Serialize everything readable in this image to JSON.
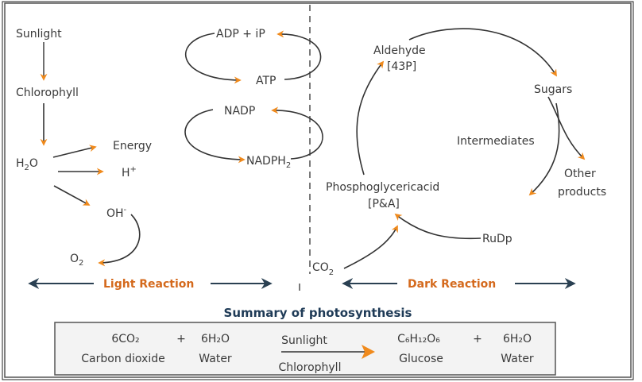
{
  "light": {
    "sunlight": "Sunlight",
    "chlorophyll": "Chlorophyll",
    "h2o": "H",
    "h2o_sub": "2",
    "h2o_o": "O",
    "energy": "Energy",
    "hplus": "H",
    "hplus_sup": "+",
    "oh": "OH",
    "oh_sup": "-",
    "o2": "O",
    "o2_sub": "2",
    "label": "Light Reaction"
  },
  "cycles": {
    "adp": "ADP + iP",
    "atp": "ATP",
    "nadp": "NADP",
    "nadph": "NADPH",
    "nadph_sub": "2"
  },
  "dark": {
    "aldehyde": "Aldehyde",
    "aldehyde_code": "[43P]",
    "sugars": "Sugars",
    "intermediates": "Intermediates",
    "other1": "Other",
    "other2": "products",
    "pga": "Phosphoglycericacid",
    "pga_code": "[P&A]",
    "rudp": "RuDp",
    "co2": "CO",
    "co2_sub": "2",
    "label": "Dark Reaction"
  },
  "summary": {
    "title": "Summary of photosynthesis",
    "r1": "6CO₂",
    "r1_name": "Carbon dioxide",
    "plus": "+",
    "r2": "6H₂O",
    "r2_name": "Water",
    "above_arrow": "Sunlight",
    "below_arrow": "Chlorophyll",
    "p1": "C₆H₁₂O₆",
    "p1_name": "Glucose",
    "p2": "6H₂O",
    "p2_name": "Water"
  },
  "colors": {
    "arrow": "#f08a1c",
    "label": "#d4691c",
    "title": "#1f3b57"
  }
}
